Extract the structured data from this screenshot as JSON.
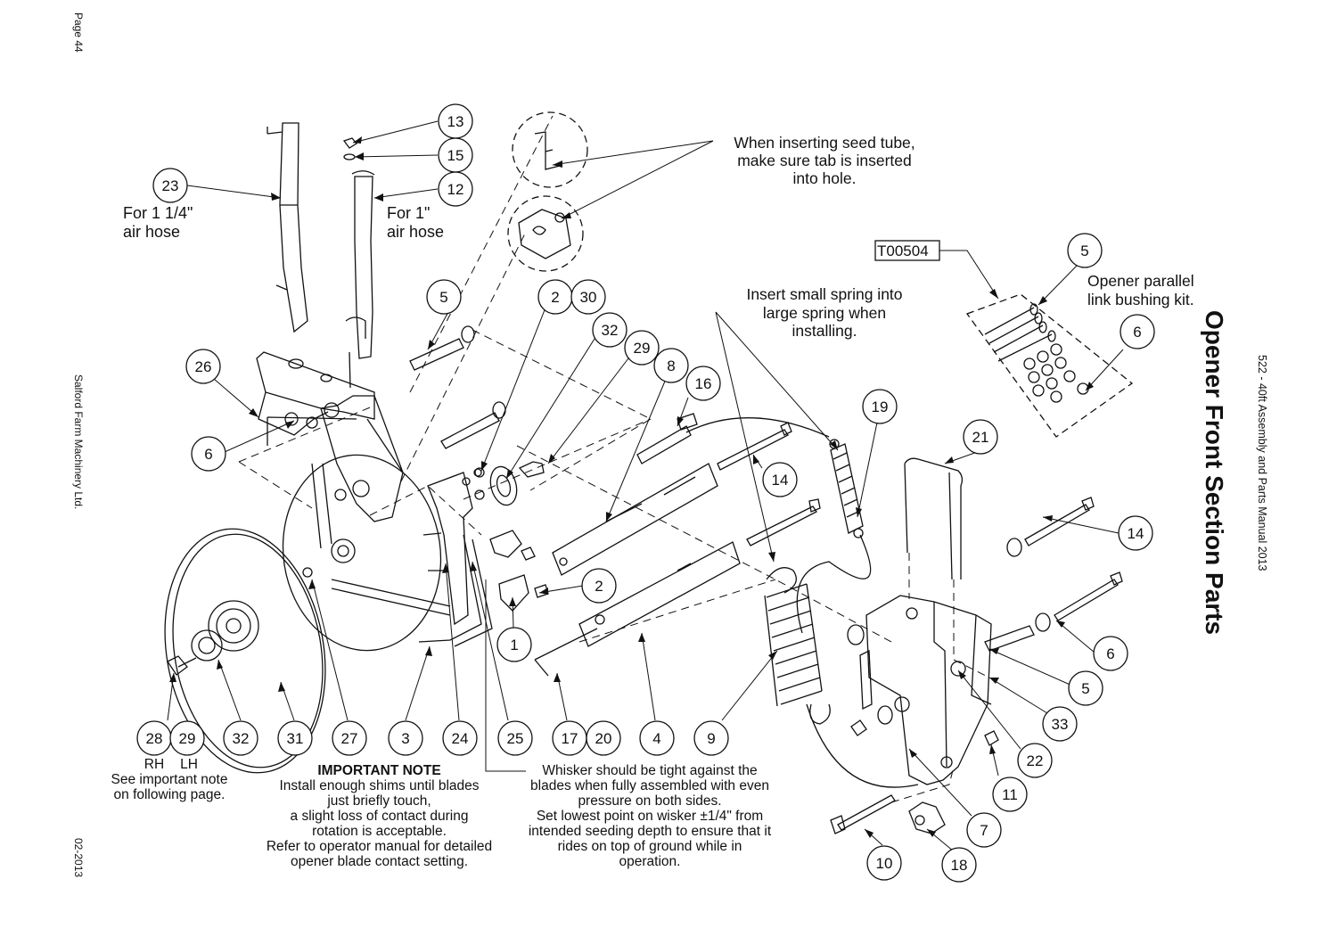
{
  "margin": {
    "page": "Page 44",
    "company": "Salford Farm Machinery Ltd.",
    "date": "02-2013",
    "manual": "522 - 40ft Assembly and Parts Manual 2013"
  },
  "title": "Opener Front Section Parts",
  "kit": {
    "part_number": "T00504",
    "label_line1": "Opener parallel",
    "label_line2": "link bushing kit."
  },
  "hose_labels": {
    "large_line1": "For 1 1/4\"",
    "large_line2": "air hose",
    "small_line1": "For 1\"",
    "small_line2": "air hose"
  },
  "notes": {
    "seed_tube": [
      "When inserting seed tube,",
      "make sure tab is inserted",
      "into hole."
    ],
    "spring": [
      "Insert small spring into",
      "large spring when",
      "installing."
    ],
    "hub_side": [
      "RH",
      "LH"
    ],
    "hub_note": [
      "See important note",
      "on following page."
    ],
    "important_title": "IMPORTANT NOTE",
    "important": [
      "Install enough shims until blades",
      "just briefly touch,",
      "a slight loss of contact during",
      "rotation is acceptable.",
      "Refer to operator manual for detailed",
      "opener blade contact setting."
    ],
    "whisker": [
      "Whisker should be tight against the",
      "blades when fully assembled with even",
      "pressure on both sides.",
      "Set lowest point on wisker ±1/4\" from",
      "intended seeding depth to ensure that it",
      "rides on top of ground while in",
      "operation."
    ]
  },
  "callouts": [
    "13",
    "15",
    "12",
    "23",
    "5",
    "2",
    "30",
    "32",
    "29",
    "8",
    "16",
    "26",
    "6",
    "19",
    "21",
    "14",
    "14",
    "2",
    "1",
    "28",
    "29",
    "32",
    "31",
    "27",
    "3",
    "24",
    "25",
    "17",
    "20",
    "4",
    "9",
    "5",
    "6",
    "14",
    "6",
    "5",
    "33",
    "22",
    "11",
    "7",
    "18",
    "10"
  ]
}
